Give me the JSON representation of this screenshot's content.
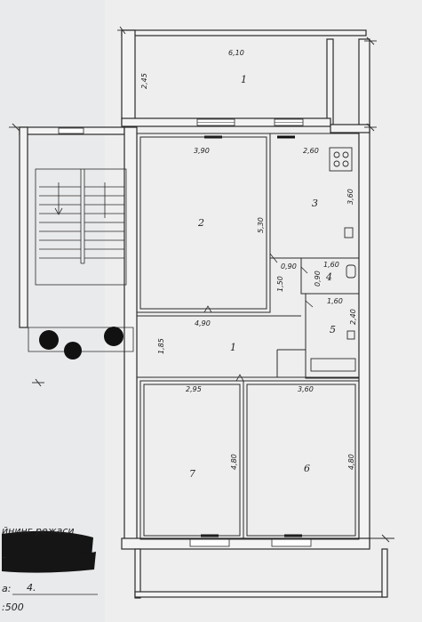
{
  "rooms": [
    {
      "id": "balcony-top",
      "label": "1",
      "dims": [
        "6,10",
        "2,45"
      ]
    },
    {
      "id": "room-2",
      "label": "2",
      "dims": [
        "3,90",
        "5,30",
        "4,90"
      ]
    },
    {
      "id": "room-3",
      "label": "3",
      "dims": [
        "2,60",
        "3,60"
      ]
    },
    {
      "id": "room-4",
      "label": "4",
      "dims": [
        "1,60",
        "0,90",
        "0,90"
      ]
    },
    {
      "id": "room-5",
      "label": "5",
      "dims": [
        "1,60",
        "2,40"
      ]
    },
    {
      "id": "hall",
      "label": "1",
      "dims": [
        "1,50",
        "1,85"
      ]
    },
    {
      "id": "room-7",
      "label": "7",
      "dims": [
        "2,95",
        "4,80"
      ]
    },
    {
      "id": "room-6",
      "label": "6",
      "dims": [
        "3,60",
        "4,80"
      ]
    }
  ],
  "stamp": {
    "title_fragment": "йнинг режаси",
    "number_prefix": "а:",
    "number": "4.",
    "scale": ":500"
  }
}
